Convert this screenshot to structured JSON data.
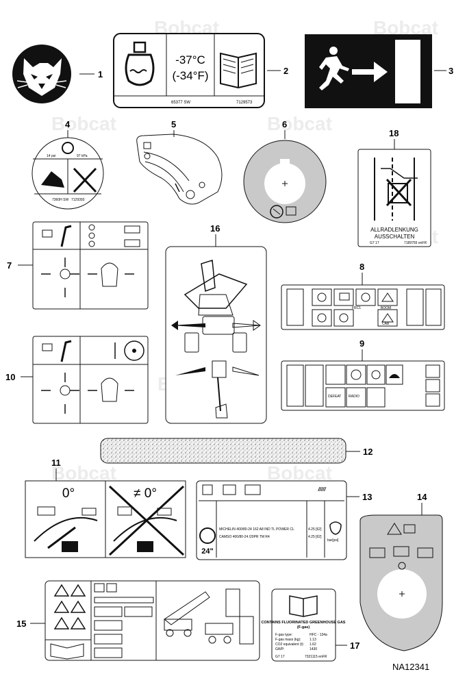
{
  "watermark": "Bobcat",
  "callouts": [
    {
      "id": "c1",
      "text": "1"
    },
    {
      "id": "c2",
      "text": "2"
    },
    {
      "id": "c3",
      "text": "3"
    },
    {
      "id": "c4",
      "text": "4"
    },
    {
      "id": "c5",
      "text": "5"
    },
    {
      "id": "c6",
      "text": "6"
    },
    {
      "id": "c7",
      "text": "7"
    },
    {
      "id": "c8",
      "text": "8"
    },
    {
      "id": "c9",
      "text": "9"
    },
    {
      "id": "c10",
      "text": "10"
    },
    {
      "id": "c11",
      "text": "11"
    },
    {
      "id": "c12",
      "text": "12"
    },
    {
      "id": "c13",
      "text": "13"
    },
    {
      "id": "c14",
      "text": "14"
    },
    {
      "id": "c15",
      "text": "15"
    },
    {
      "id": "c16",
      "text": "16"
    },
    {
      "id": "c17",
      "text": "17"
    },
    {
      "id": "c18",
      "text": "18"
    }
  ],
  "decal2": {
    "temp_c": "-37°C",
    "temp_f": "(-34°F)",
    "code1": "65377 SW",
    "code2": "7129573"
  },
  "decal4": {
    "psi": "14 psi",
    "kpa": "97 kPa",
    "code1": "7360H SW",
    "code2": "7129393"
  },
  "decal8": {
    "labels": [
      "FRC1",
      "BOOM",
      "CAB"
    ]
  },
  "decal9": {
    "labels": [
      "DEFEAT",
      "RADIO"
    ]
  },
  "decal11": {
    "angle_ok": "0°",
    "angle_not": "≠ 0°"
  },
  "decal13": {
    "line1": "MICHELIN 400/80-24 162 A8 IND TL POWER CL",
    "line2": "CAMSO 400/80-24 /20PR TM R4",
    "val1": "4.25 [62]",
    "val2": "4.25 [62]",
    "unit": "bar[psi]",
    "size": "24\""
  },
  "decal17": {
    "title": "CONTAINS FLUORINATED GREENHOUSE GAS",
    "subtitle": "(F-gas)",
    "rows": [
      {
        "k": "F-gas type:",
        "v": "HFC - 134a"
      },
      {
        "k": "F-gas mass (kg):",
        "v": "1.13"
      },
      {
        "k": "CO2 equivalent (t):",
        "v": "1.62"
      },
      {
        "k": "GWP:",
        "v": "1430"
      }
    ],
    "code1": "G7 17",
    "code2": "7321115 enFR"
  },
  "decal18": {
    "line1": "ALLRADLENKUNG",
    "line2": "AUSSCHALTEN",
    "code1": "G7 17",
    "code2": "7189755 enFR"
  },
  "figure_id": "NA12341"
}
